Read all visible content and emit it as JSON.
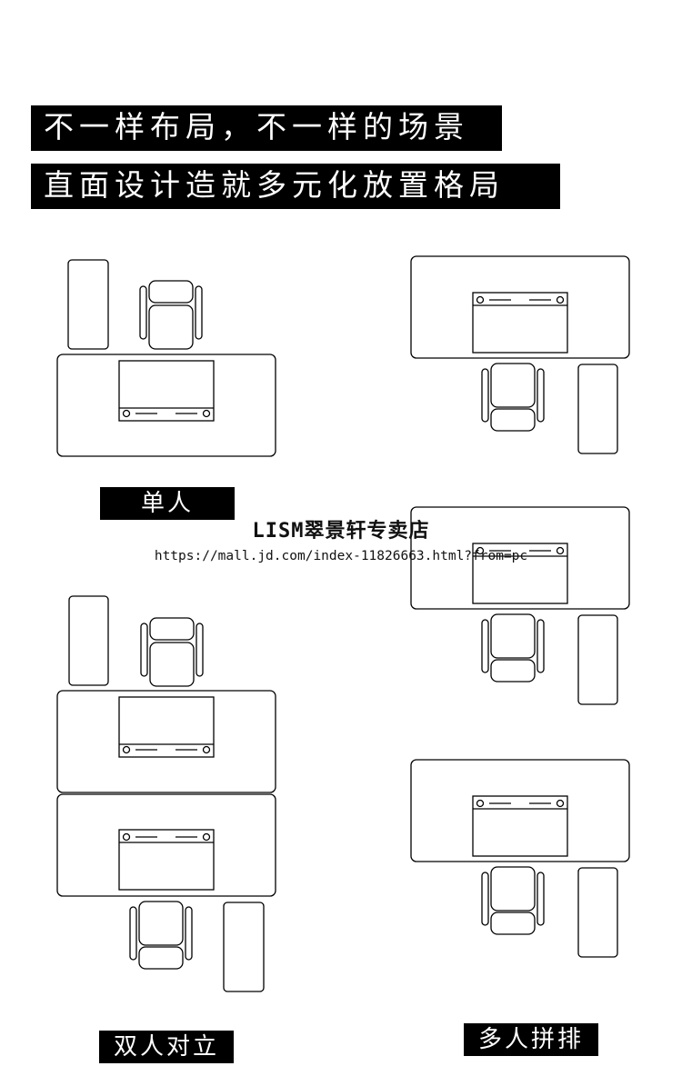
{
  "header": {
    "line1": "不一样布局，不一样的场景",
    "line2": "直面设计造就多元化放置格局"
  },
  "layouts": {
    "single": {
      "label": "单人"
    },
    "double": {
      "label": "双人对立"
    },
    "multi": {
      "label": "多人拼排"
    }
  },
  "watermark": {
    "title": "LISM翠景轩专卖店",
    "url": "https://mall.jd.com/index-11826663.html?from=pc"
  }
}
